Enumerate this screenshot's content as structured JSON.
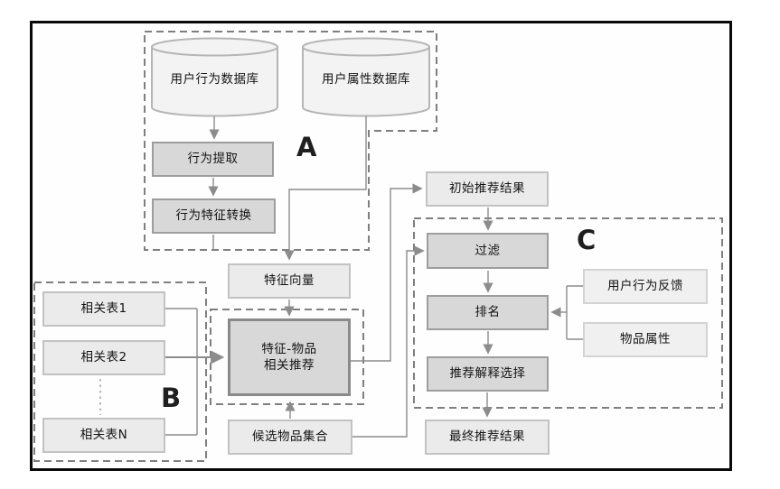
{
  "diagram": {
    "group_labels": {
      "a": "A",
      "b": "B",
      "c": "C"
    },
    "databases": {
      "behavior": "用户行为数据库",
      "attribute": "用户属性数据库"
    },
    "nodes": {
      "behavior_extract": "行为提取",
      "behavior_feature_convert": "行为特征转换",
      "feature_vector": "特征向量",
      "initial_result": "初始推荐结果",
      "filter": "过滤",
      "ranking": "排名",
      "user_feedback": "用户行为反馈",
      "item_attribute": "物品属性",
      "explain_select": "推荐解释选择",
      "final_result": "最终推荐结果",
      "related_table_1": "相关表1",
      "related_table_2": "相关表2",
      "related_table_n": "相关表N",
      "feature_item_line1": "特征-物品",
      "feature_item_line2": "相关推荐",
      "candidate_items": "候选物品集合"
    },
    "colors": {
      "frame": "#0a0a0a",
      "dashed_border": "#7f7f7f",
      "connector": "#8c8c8c",
      "box_dark_fill": "#d8d8d8",
      "box_light_fill": "#ebebeb",
      "cylinder_fill": "#f3f3f3"
    }
  }
}
